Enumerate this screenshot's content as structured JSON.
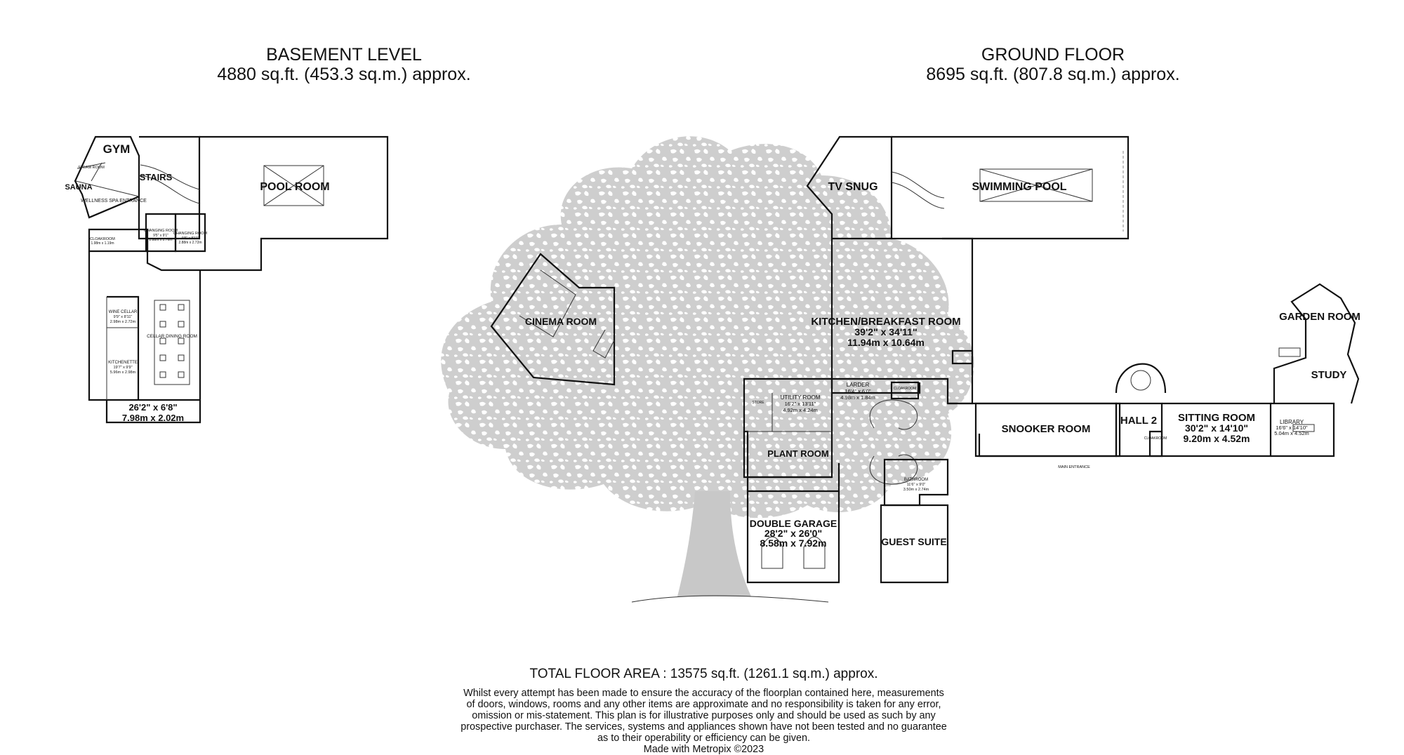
{
  "basement": {
    "title": "BASEMENT LEVEL",
    "area": "4880 sq.ft. (453.3 sq.m.) approx.",
    "rooms": {
      "gym": "GYM",
      "steam": "STEAM ROOM",
      "sauna": "SAUNA",
      "stairs": "STAIRS",
      "spa": "WELLNESS SPA ENTRANCE",
      "pool": "POOL ROOM",
      "changing1_name": "CHANGING ROOM",
      "changing1_dims": "9'5\" x 9'1\"",
      "changing1_metric": "2.88m x 2.76m",
      "changing2_name": "CHANGING ROOM",
      "changing2_dims": "9'5\" x 8'11\"",
      "changing2_metric": "2.88m x 2.72m",
      "cloakroom": "CLOAKROOM",
      "cloakroom_metric": "1.98m x 1.19m",
      "wine_name": "WINE CELLAR",
      "wine_dims": "9'9\" x 8'11\"",
      "wine_metric": "2.98m x 2.72m",
      "kitchenette_name": "KITCHENETTE",
      "kitchenette_dims": "19'7\" x 9'9\"",
      "kitchenette_metric": "5.96m x 2.98m",
      "cellar_dining": "CELLAR DINING ROOM",
      "corridor_dims": "26'2\" x 6'8\"",
      "corridor_metric": "7.98m x 2.02m"
    }
  },
  "ground": {
    "title": "GROUND FLOOR",
    "area": "8695 sq.ft. (807.8 sq.m.) approx.",
    "rooms": {
      "tv_snug": "TV SNUG",
      "swimming_pool": "SWIMMING POOL",
      "cinema": "CINEMA ROOM",
      "kitchen_name": "KITCHEN/BREAKFAST ROOM",
      "kitchen_dims": "39'2\" x 34'11\"",
      "kitchen_metric": "11.94m x 10.64m",
      "larder_name": "LARDER",
      "larder_dims": "16'4\" x 6'0\"",
      "larder_metric": "4.98m x 1.84m",
      "cloakroom": "CLOAKROOM",
      "utility_name": "UTILITY ROOM",
      "utility_dims": "16'2\" x 13'11\"",
      "utility_metric": "4.92m x 4.24m",
      "store_name": "STORE",
      "plant": "PLANT ROOM",
      "bathroom_name": "BATHROOM",
      "bathroom_dims": "11'6\" x 9'0\"",
      "bathroom_metric": "3.50m x 2.74m",
      "garage_name": "DOUBLE GARAGE",
      "garage_dims": "28'2\" x 26'0\"",
      "garage_metric": "8.58m x 7.92m",
      "guest": "GUEST SUITE",
      "snooker": "SNOOKER ROOM",
      "main_entrance": "MAIN ENTRANCE",
      "hall2": "HALL 2",
      "cloakroom2": "CLOAKROOM",
      "sitting_name": "SITTING ROOM",
      "sitting_dims": "30'2\" x 14'10\"",
      "sitting_metric": "9.20m x 4.52m",
      "garden": "GARDEN ROOM",
      "study": "STUDY",
      "library_name": "LIBRARY",
      "library_dims": "16'6\" x 14'10\"",
      "library_metric": "5.04m x 4.52m"
    }
  },
  "footer": {
    "total": "TOTAL FLOOR AREA : 13575 sq.ft. (1261.1 sq.m.) approx.",
    "disclaimer": [
      "Whilst every attempt has been made to ensure the accuracy of the floorplan contained here, measurements",
      "of doors, windows, rooms and any other items are approximate and no responsibility is taken for any error,",
      "omission or mis-statement. This plan is for illustrative purposes only and should be used as such by any",
      "prospective purchaser. The services, systems and appliances shown have not been tested and no guarantee",
      "as to their operability or efficiency can be given."
    ],
    "credit": "Made with Metropix ©2023"
  },
  "colors": {
    "walls": "#111111",
    "tree": "#c4c4c4"
  }
}
